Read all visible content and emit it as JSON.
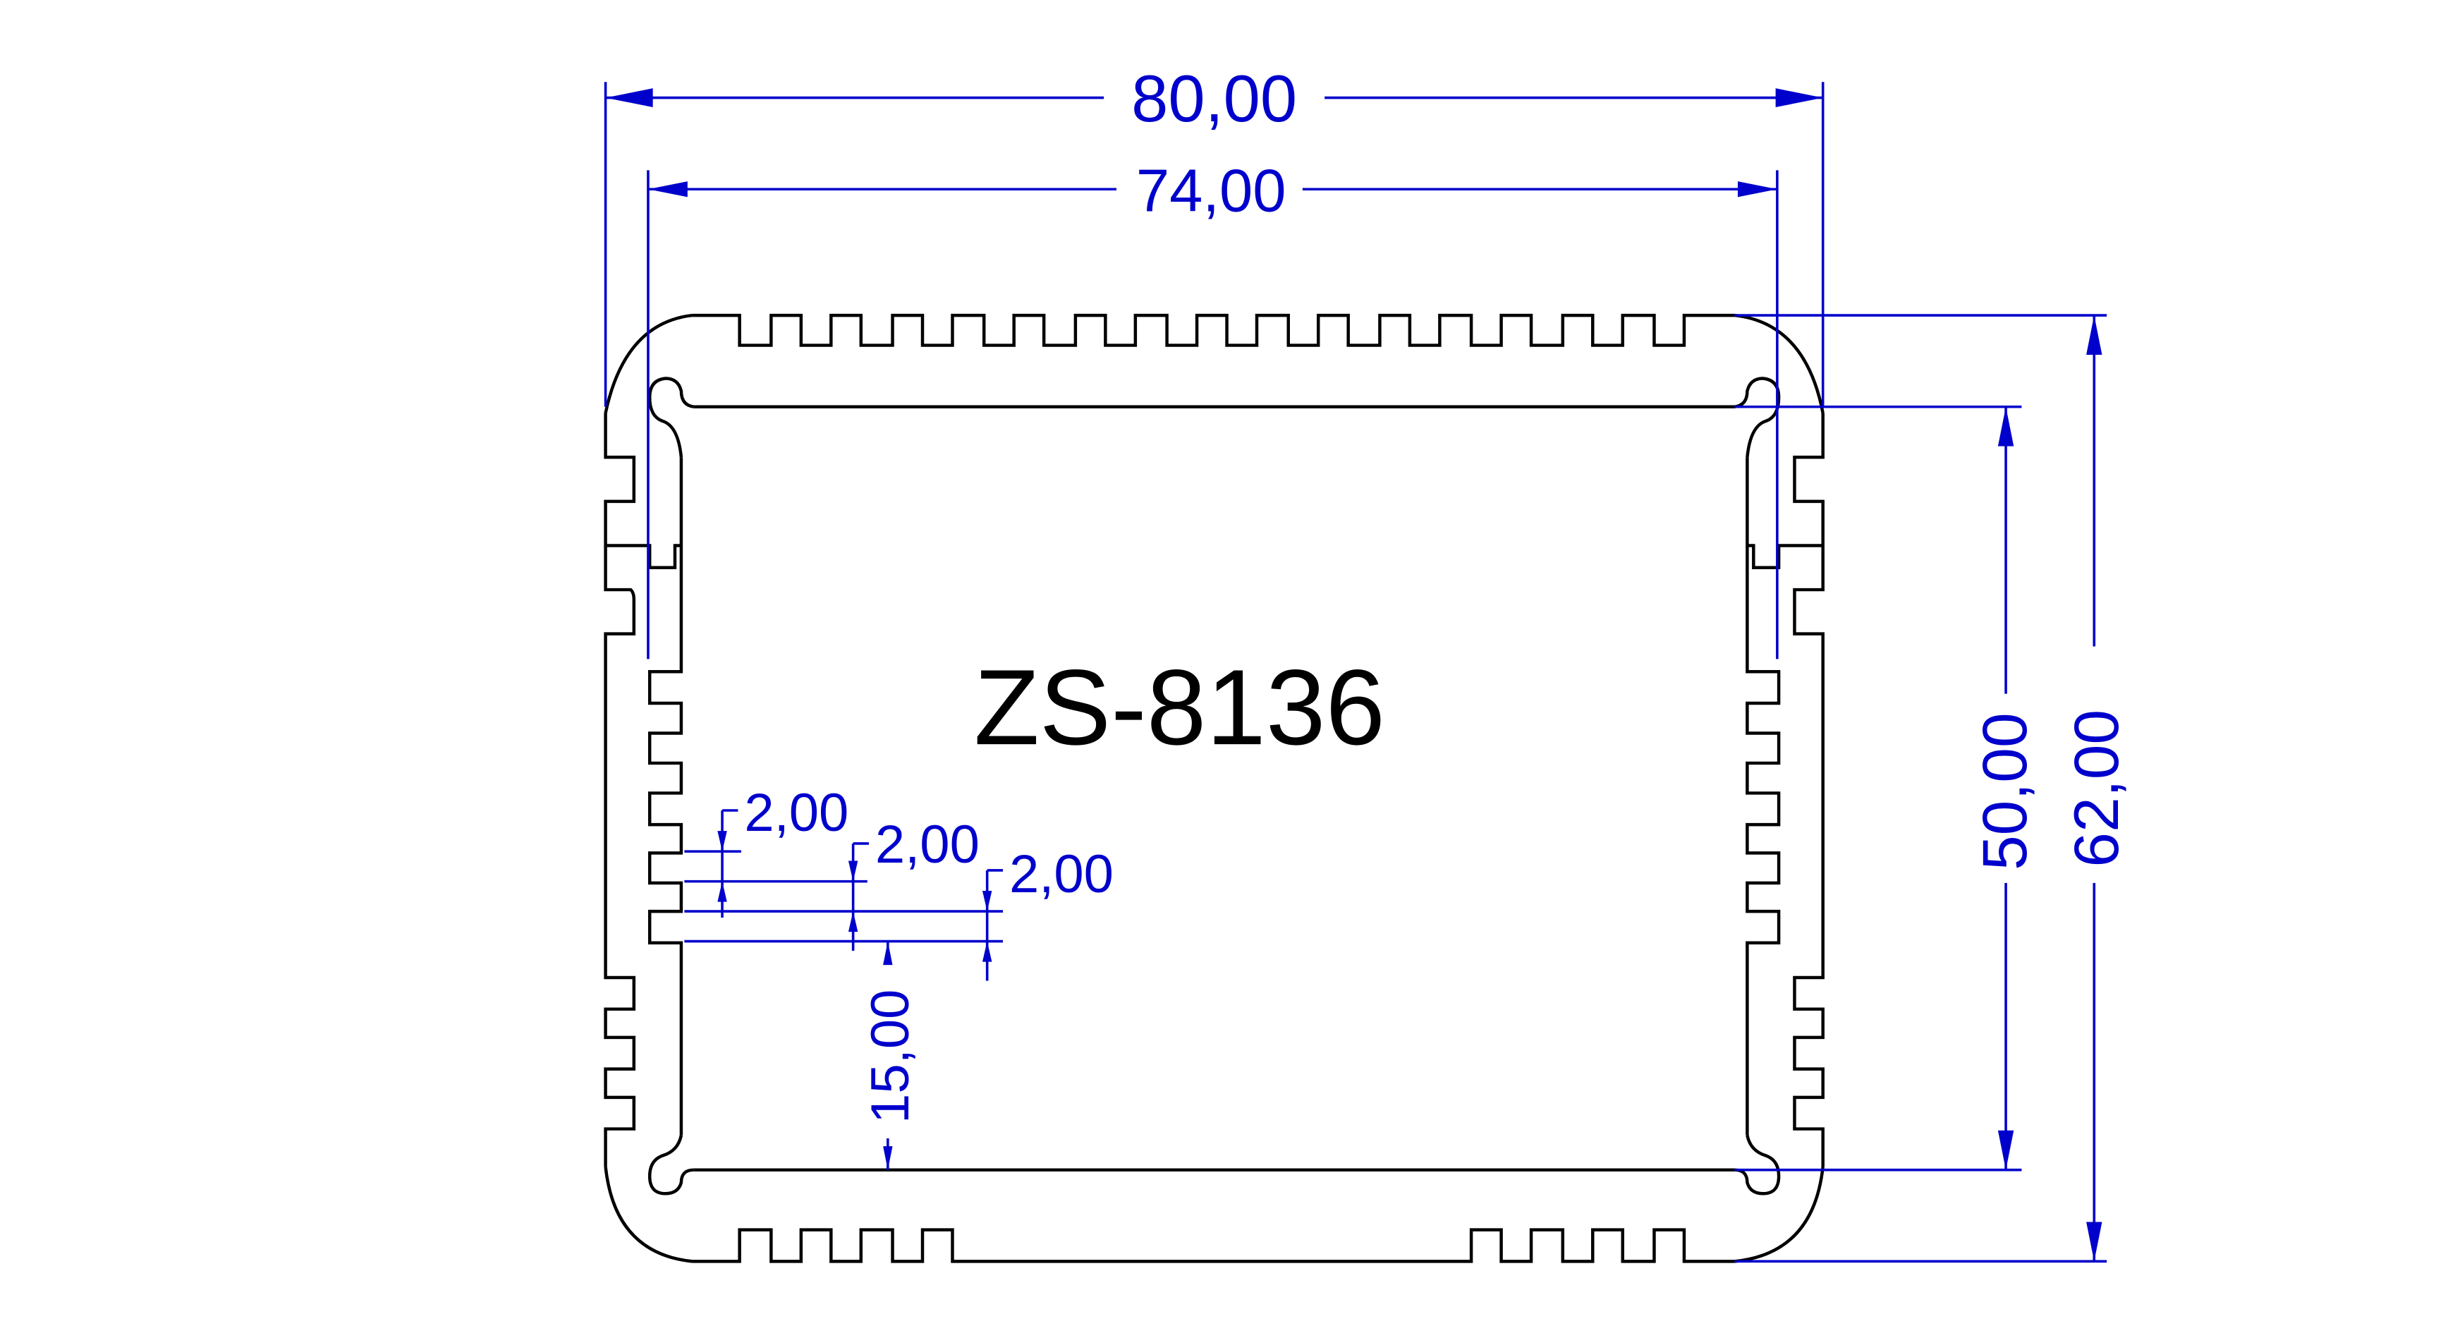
{
  "drawing": {
    "part_number": "ZS-8136",
    "colors": {
      "outline": "#000000",
      "dimension": "#0000cc",
      "background": "#ffffff"
    }
  },
  "dimensions": {
    "overall_width": "80,00",
    "inner_width": "74,00",
    "overall_height": "62,00",
    "inner_height": "50,00",
    "fin_pitch_1": "2,00",
    "fin_pitch_2": "2,00",
    "fin_pitch_3": "2,00",
    "fin_offset": "15,00"
  }
}
